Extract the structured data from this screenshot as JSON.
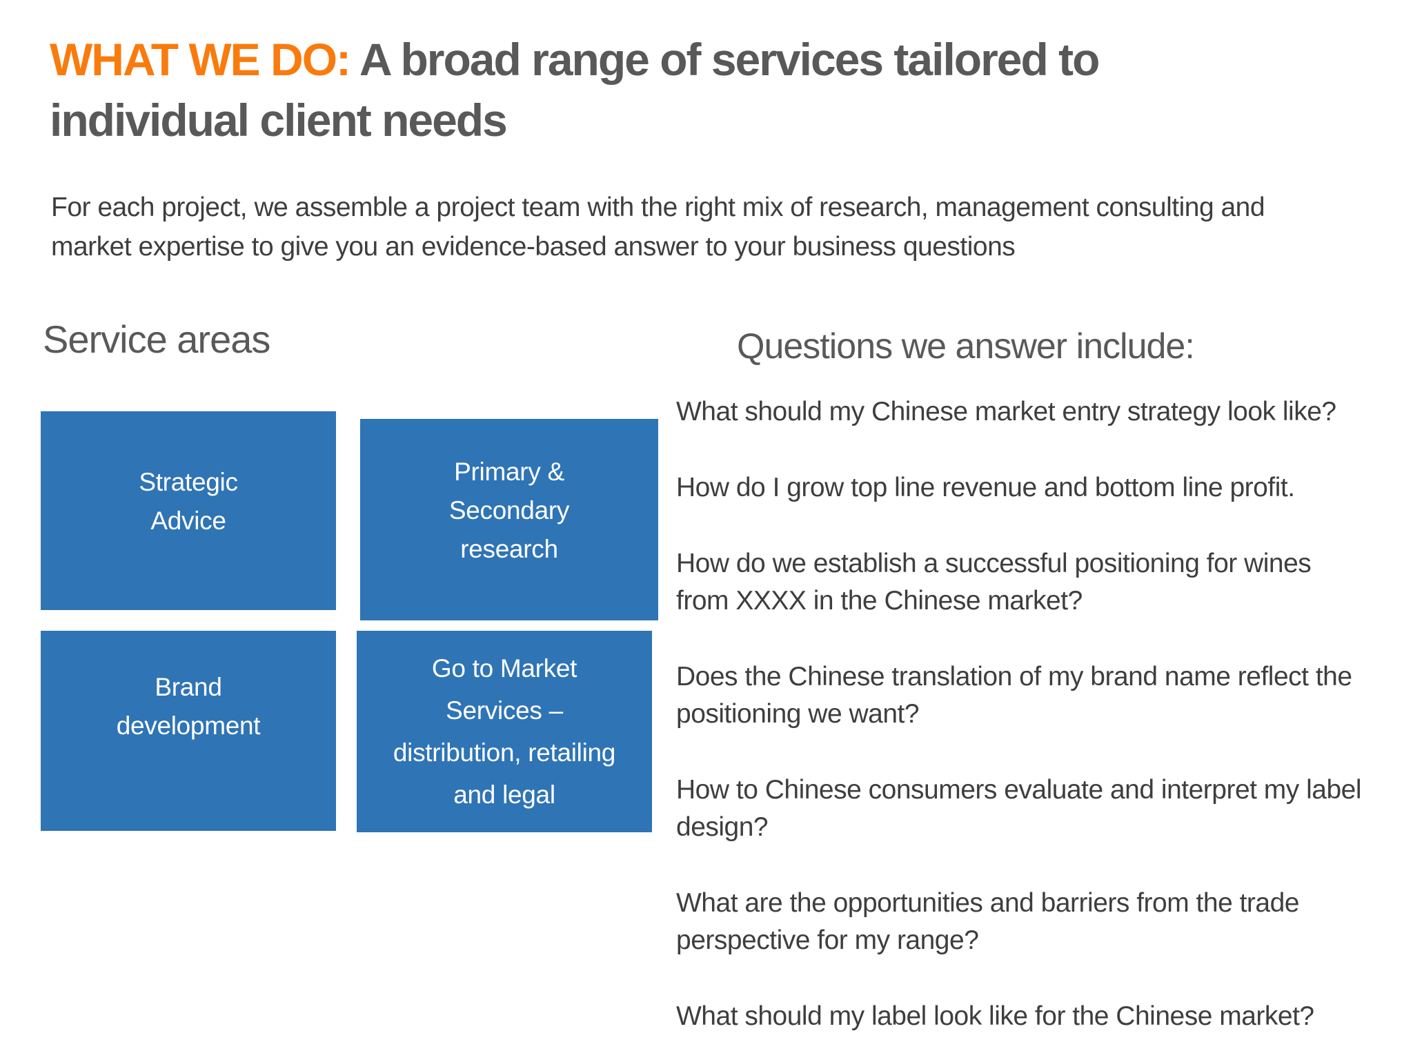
{
  "slide": {
    "title": {
      "accent": "WHAT WE DO:",
      "rest_line1": "A broad range of services tailored to",
      "rest_line2": "individual client needs"
    },
    "intro": "For each project, we assemble a project team with the right mix of research, management consulting and market expertise to give you an evidence-based answer to your business questions",
    "service_areas": {
      "heading": "Service areas",
      "boxes": [
        "Strategic Advice",
        "Primary & Secondary research",
        "Brand development",
        "Go to Market Services – distribution, retailing and legal"
      ]
    },
    "questions": {
      "heading": "Questions we answer include:",
      "items": [
        "What should my Chinese market entry strategy look like?",
        "How do I grow top line revenue and bottom line profit.",
        "How do we establish a successful positioning for wines from XXXX in the Chinese market?",
        "Does the Chinese translation of my brand name reflect the positioning we want?",
        "How to Chinese consumers evaluate and interpret my label design?",
        "What are the opportunities and barriers from the trade perspective for my range?",
        "What should my label look like for the Chinese market?"
      ]
    },
    "colors": {
      "accent_orange": "#F97B0D",
      "box_blue": "#2F74B5",
      "heading_gray": "#595959",
      "body_gray": "#3E3E3E",
      "background": "#FFFFFF"
    }
  }
}
